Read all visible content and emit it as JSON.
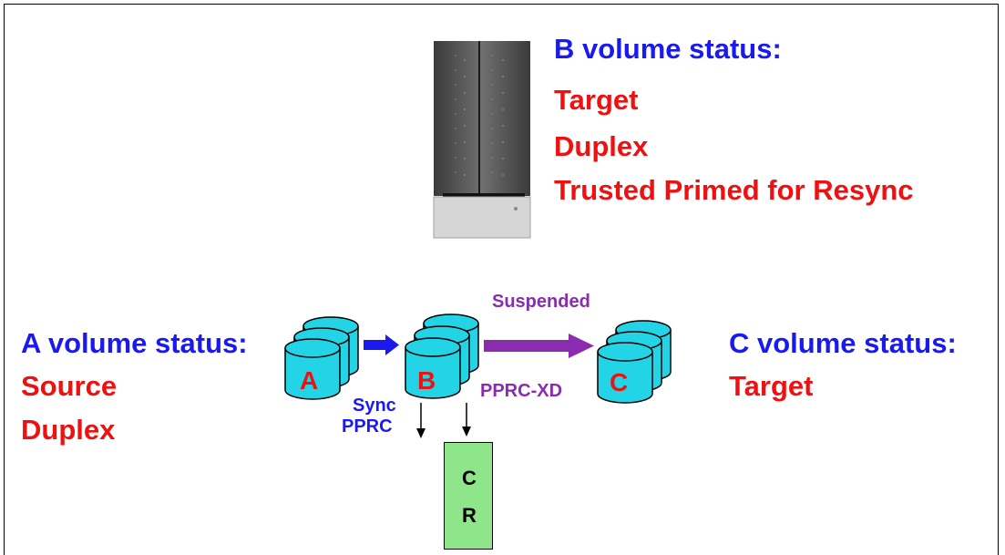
{
  "b_status": {
    "heading": "B volume status:",
    "lines": [
      "Target",
      "Duplex",
      "Trusted Primed for Resync"
    ]
  },
  "a_status": {
    "heading": "A volume status:",
    "lines": [
      "Source",
      "Duplex"
    ]
  },
  "c_status": {
    "heading": "C volume status:",
    "lines": [
      "Target"
    ]
  },
  "volumes": {
    "a": "A",
    "b": "B",
    "c": "C"
  },
  "links": {
    "b_to_c_state": "Suspended",
    "b_to_c_type": "PPRC-XD",
    "a_to_b_type_1": "Sync",
    "a_to_b_type_2": "PPRC"
  },
  "cr_box": {
    "line1": "C",
    "line2": "R"
  },
  "colors": {
    "heading_blue": "#1a1aee",
    "status_red": "#ee1111",
    "link_purple": "#8a2bb0",
    "volume_cyan": "#22d4e6",
    "cr_green": "#8fe68a"
  }
}
